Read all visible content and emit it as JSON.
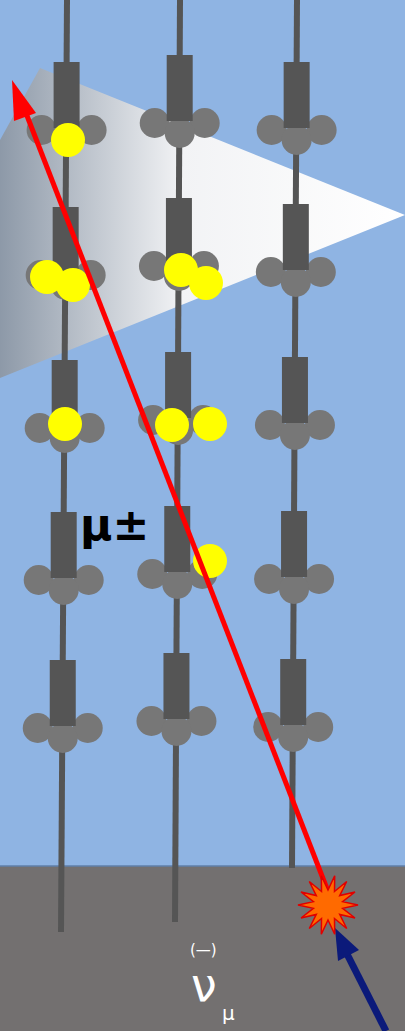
{
  "diagram": {
    "labels": [
      "μ±",
      "(—)",
      "ν",
      "μ"
    ]
  }
}
